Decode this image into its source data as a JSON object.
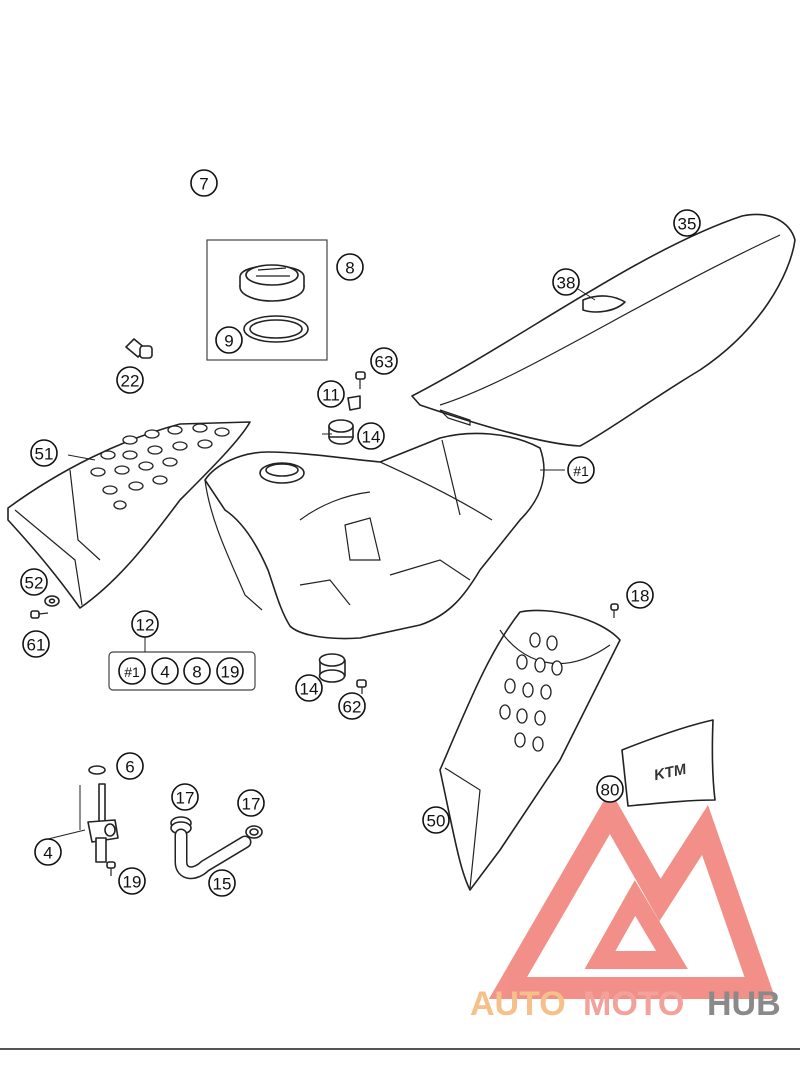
{
  "diagram": {
    "callouts": [
      {
        "id": "c7",
        "label": "7"
      },
      {
        "id": "c8",
        "label": "8"
      },
      {
        "id": "c9",
        "label": "9"
      },
      {
        "id": "c35",
        "label": "35"
      },
      {
        "id": "c38",
        "label": "38"
      },
      {
        "id": "c22",
        "label": "22"
      },
      {
        "id": "c63",
        "label": "63"
      },
      {
        "id": "c11",
        "label": "11"
      },
      {
        "id": "c14a",
        "label": "14"
      },
      {
        "id": "c51",
        "label": "51"
      },
      {
        "id": "c1",
        "label": "#1"
      },
      {
        "id": "c52",
        "label": "52"
      },
      {
        "id": "c61",
        "label": "61"
      },
      {
        "id": "c18",
        "label": "18"
      },
      {
        "id": "c12",
        "label": "12"
      },
      {
        "id": "c14b",
        "label": "14"
      },
      {
        "id": "c62",
        "label": "62"
      },
      {
        "id": "c6",
        "label": "6"
      },
      {
        "id": "c17a",
        "label": "17"
      },
      {
        "id": "c17b",
        "label": "17"
      },
      {
        "id": "c80",
        "label": "80"
      },
      {
        "id": "c50",
        "label": "50"
      },
      {
        "id": "c4",
        "label": "4"
      },
      {
        "id": "c19",
        "label": "19"
      },
      {
        "id": "c15",
        "label": "15"
      }
    ],
    "kit_12_contents": [
      "#1",
      "4",
      "8",
      "19"
    ],
    "decal_logo_text": "KTM",
    "watermark": {
      "part1": "AUTO",
      "part2": "MOTO",
      "part3": "HUB",
      "color_auto": "#f5c089",
      "color_moto": "#f2a29a",
      "color_hub": "#8a8a8a",
      "color_logo": "#f07c74"
    }
  }
}
